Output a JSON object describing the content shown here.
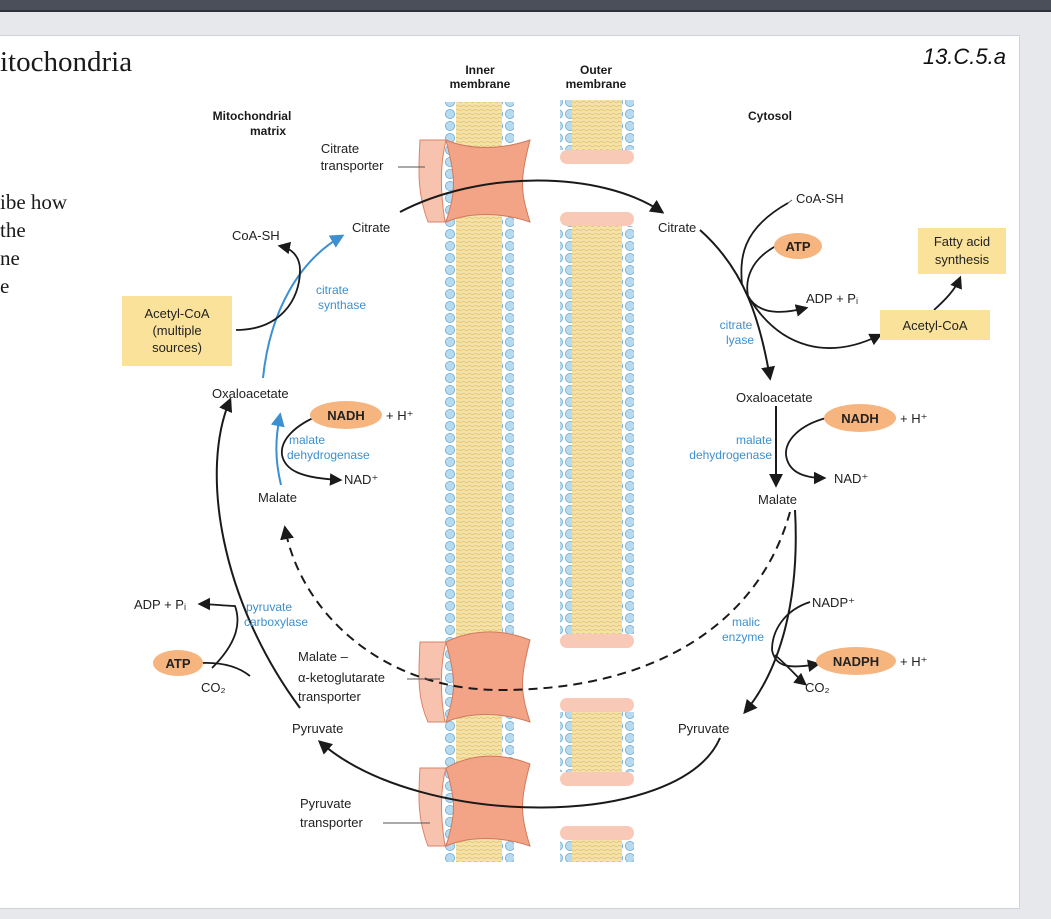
{
  "slide": {
    "title": "itochondria",
    "body_lines": [
      "ibe how",
      "the",
      "ne",
      "e"
    ],
    "code": "13.C.5.a"
  },
  "diagram": {
    "headers": {
      "inner_membrane_1": "Inner",
      "inner_membrane_2": "membrane",
      "outer_membrane_1": "Outer",
      "outer_membrane_2": "membrane",
      "matrix_1": "Mitochondrial",
      "matrix_2": "matrix",
      "cytosol": "Cytosol"
    },
    "transporters": {
      "citrate_1": "Citrate",
      "citrate_2": "transporter",
      "malate_akg_1": "Malate –",
      "malate_akg_2": "α-ketoglutarate",
      "malate_akg_3": "transporter",
      "pyruvate_1": "Pyruvate",
      "pyruvate_2": "transporter"
    },
    "matrix_side": {
      "coa_sh": "CoA-SH",
      "citrate": "Citrate",
      "acetyl_coa_1": "Acetyl-CoA",
      "acetyl_coa_2": "(multiple",
      "acetyl_coa_3": "sources)",
      "citrate_synthase_1": "citrate",
      "citrate_synthase_2": "synthase",
      "oxaloacetate": "Oxaloacetate",
      "nadh": "NADH",
      "h_plus": "+ H⁺",
      "malate_dh_1": "malate",
      "malate_dh_2": "dehydrogenase",
      "nad_plus": "NAD⁺",
      "malate": "Malate",
      "adp_pi": "ADP + Pᵢ",
      "pyruvate_carboxylase_1": "pyruvate",
      "pyruvate_carboxylase_2": "carboxylase",
      "atp": "ATP",
      "co2": "CO₂",
      "pyruvate": "Pyruvate"
    },
    "cytosol_side": {
      "citrate": "Citrate",
      "coa_sh": "CoA-SH",
      "atp": "ATP",
      "fatty_acid_1": "Fatty acid",
      "fatty_acid_2": "synthesis",
      "adp_pi": "ADP + Pᵢ",
      "citrate_lyase_1": "citrate",
      "citrate_lyase_2": "lyase",
      "acetyl_coa": "Acetyl-CoA",
      "oxaloacetate": "Oxaloacetate",
      "nadh": "NADH",
      "h_plus": "+ H⁺",
      "malate_dh_1": "malate",
      "malate_dh_2": "dehydrogenase",
      "nad_plus": "NAD⁺",
      "malate": "Malate",
      "nadp_plus": "NADP⁺",
      "malic_enzyme_1": "malic",
      "malic_enzyme_2": "enzyme",
      "nadph": "NADPH",
      "h_plus_2": "+ H⁺",
      "co2": "CO₂",
      "pyruvate": "Pyruvate"
    },
    "colors": {
      "enzyme_blue": "#3d8fcf",
      "ellipse_orange": "#f6b57f",
      "box_yellow": "#fbe29a",
      "transporter": "#f3a386",
      "membrane_head": "#a9d4ee",
      "membrane_tail": "#f4e0a4"
    }
  }
}
